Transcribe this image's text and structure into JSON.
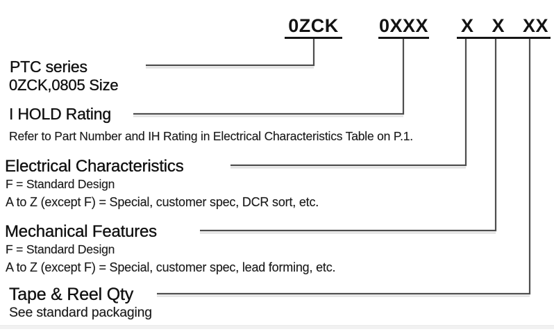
{
  "part_number": {
    "segments": [
      {
        "id": "series",
        "text": "0ZCK"
      },
      {
        "id": "ihold-rating",
        "text": "0XXX"
      },
      {
        "id": "electrical",
        "text": "X"
      },
      {
        "id": "mechanical",
        "text": "X"
      },
      {
        "id": "tape-reel",
        "text": "XX"
      }
    ]
  },
  "sections": [
    {
      "heading": "PTC series",
      "lines": [
        "0ZCK,0805 Size"
      ]
    },
    {
      "heading": "I HOLD Rating",
      "lines": [
        "Refer to Part Number and IH Rating in Electrical Characteristics Table on P.1."
      ]
    },
    {
      "heading": "Electrical Characteristics",
      "lines": [
        "F = Standard Design",
        "A to Z (except F) = Special, customer spec, DCR sort, etc."
      ]
    },
    {
      "heading": "Mechanical Features",
      "lines": [
        "F = Standard Design",
        "A to Z (except F) = Special, customer spec, lead forming, etc."
      ]
    },
    {
      "heading": "Tape & Reel Qty",
      "lines": [
        "See standard packaging"
      ]
    }
  ],
  "colors": {
    "text": "#141414",
    "underline": "#161616",
    "connector_line": "#4d4d4d",
    "connector_echo": "#dcdcdc",
    "background": "#ffffff"
  }
}
